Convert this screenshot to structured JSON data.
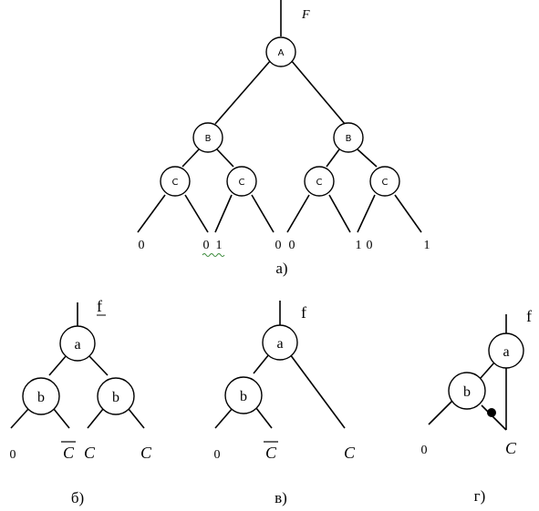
{
  "panel_a": {
    "output_label": "F",
    "root": "A",
    "level2": [
      "B",
      "B"
    ],
    "level3": [
      "C",
      "C",
      "C",
      "C"
    ],
    "leaves": [
      "0",
      "0",
      "1",
      "0",
      "0",
      "1",
      "0",
      "1"
    ],
    "caption": "а)"
  },
  "panel_b": {
    "output_label": "f",
    "root": "a",
    "level2": [
      "b",
      "b"
    ],
    "leaves": [
      "0",
      "C",
      "C",
      "C"
    ],
    "caption": "б)"
  },
  "panel_v": {
    "output_label": "f",
    "root": "a",
    "level2": [
      "b"
    ],
    "leaves": [
      "0",
      "C",
      "C"
    ],
    "caption": "в)"
  },
  "panel_g": {
    "output_label": "f",
    "root": "a",
    "level2": [
      "b"
    ],
    "leaves": [
      "0",
      "C"
    ],
    "caption": "г)"
  }
}
